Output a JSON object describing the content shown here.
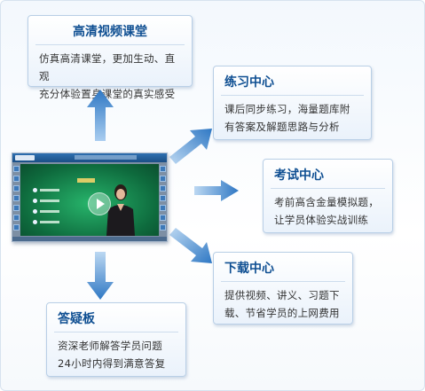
{
  "cards": [
    {
      "id": "hd",
      "title": "高清视频课堂",
      "lines": [
        "仿真高清课堂，更加生动、直观",
        "充分体验置身课堂的真实感受"
      ]
    },
    {
      "id": "practice",
      "title": "练习中心",
      "lines": [
        "课后同步练习，海量题库附",
        "有答案及解题思路与分析"
      ]
    },
    {
      "id": "exam",
      "title": "考试中心",
      "lines": [
        "考前高含金量模拟题，",
        "让学员体验实战训练"
      ]
    },
    {
      "id": "download",
      "title": "下载中心",
      "lines": [
        "提供视频、讲义、习题下",
        "载、节省学员的上网费用"
      ]
    },
    {
      "id": "qa",
      "title": "答疑板",
      "lines": [
        "资深老师解答学员问题",
        "24小时内得到满意答复"
      ]
    }
  ],
  "colors": {
    "accent": "#0f4f92",
    "arrow": "#3f86cf",
    "border": "#b9cfe6"
  }
}
